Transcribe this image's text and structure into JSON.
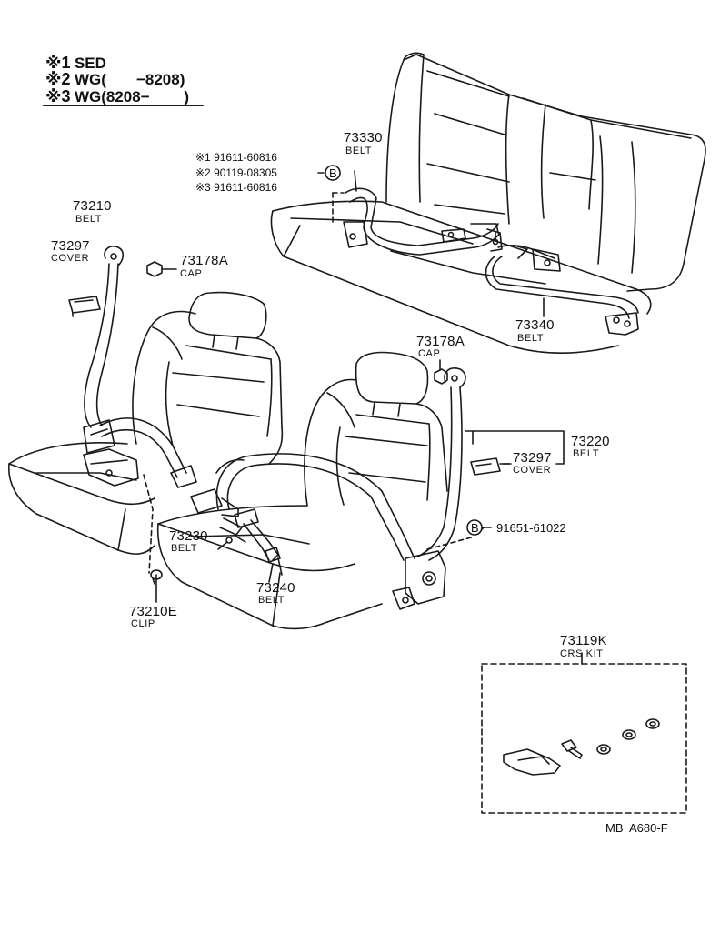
{
  "legend": [
    {
      "mark": "※1",
      "text": "SED"
    },
    {
      "mark": "※2",
      "text": "WG(       −8208)"
    },
    {
      "mark": "※3",
      "text": "WG(8208−        )"
    }
  ],
  "parts": {
    "belt_73210": {
      "number": "73210",
      "name": "BELT"
    },
    "cover_73297_left": {
      "number": "73297",
      "name": "COVER"
    },
    "cap_73178A_top": {
      "number": "73178A",
      "name": "CAP"
    },
    "belt_73330": {
      "number": "73330",
      "name": "BELT"
    },
    "belt_73340": {
      "number": "73340",
      "name": "BELT"
    },
    "cap_73178A_right": {
      "number": "73178A",
      "name": "CAP"
    },
    "belt_73220": {
      "number": "73220",
      "name": "BELT"
    },
    "cover_73297_right": {
      "number": "73297",
      "name": "COVER"
    },
    "belt_73230": {
      "number": "73230",
      "name": "BELT"
    },
    "belt_73240": {
      "number": "73240",
      "name": "BELT"
    },
    "clip_73210E": {
      "number": "73210E",
      "name": "CLIP"
    },
    "kit_73119K": {
      "number": "73119K",
      "name": "CRS KIT"
    }
  },
  "bolt_variants": [
    {
      "mark": "※1",
      "number": "91611-60816"
    },
    {
      "mark": "※2",
      "number": "90119-08305"
    },
    {
      "mark": "※3",
      "number": "91611-60816"
    }
  ],
  "ref_circle": "B",
  "bolt_right": {
    "number": "91651-61022"
  },
  "footer": {
    "code": "MB  A680-F"
  }
}
